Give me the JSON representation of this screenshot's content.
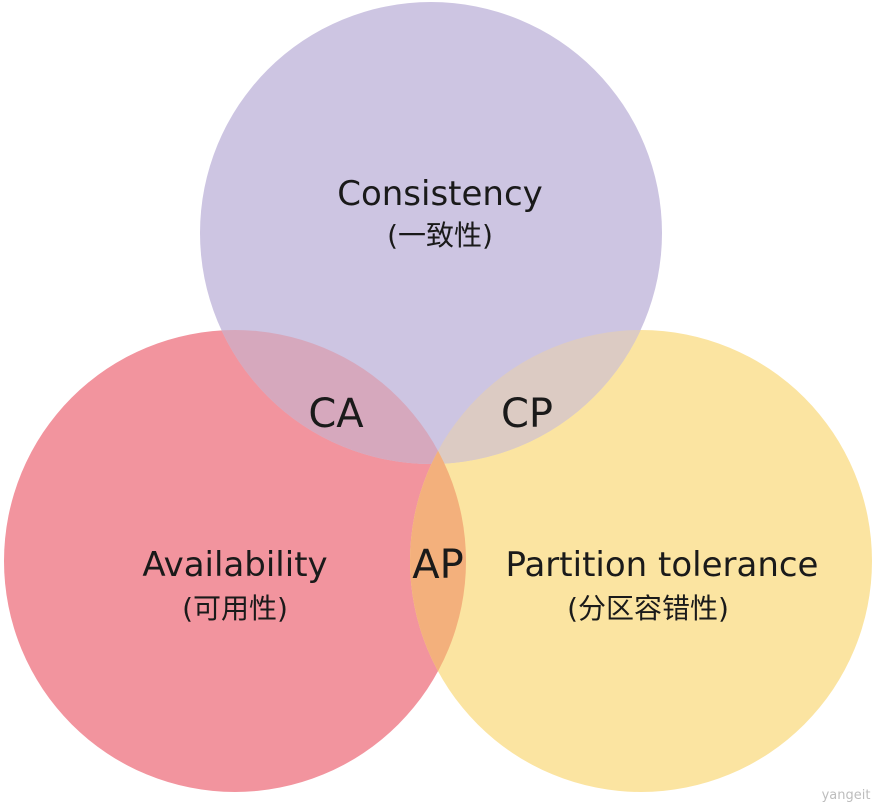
{
  "diagram": {
    "sets": [
      {
        "id": "consistency",
        "name": "Consistency",
        "subtitle": "(一致性)",
        "color": "#cdc5e2"
      },
      {
        "id": "availability",
        "name": "Availability",
        "subtitle": "(可用性)",
        "color": "#f2949e"
      },
      {
        "id": "partition",
        "name": "Partition tolerance",
        "subtitle": "(分区容错性)",
        "color": "#fbe4a1"
      }
    ],
    "intersections": {
      "ca": "CA",
      "cp": "CP",
      "ap": "AP"
    },
    "overlap_colors": {
      "ca": "#d6a8bd",
      "cp": "#dccbc3",
      "ap": "#f3b07c"
    },
    "watermark": "yangeit"
  }
}
